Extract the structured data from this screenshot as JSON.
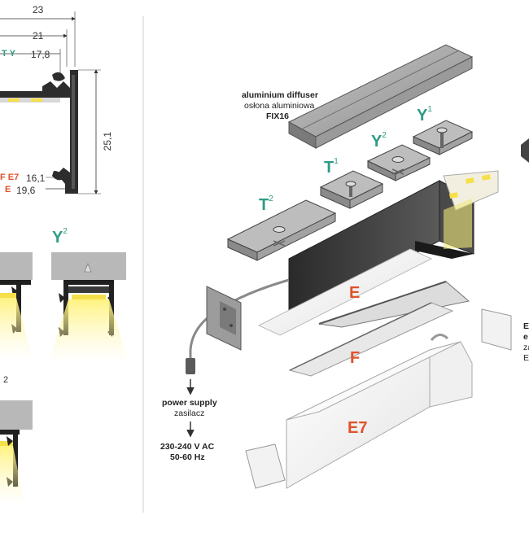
{
  "dimensions": {
    "width_23": "23",
    "width_21": "21",
    "ty_letters": "T Y",
    "ty_value": "17,8",
    "height_251": "25,1",
    "fe7_letters": "F E7",
    "fe7_value": "16,1",
    "e_letter": "E",
    "e_value": "19,6"
  },
  "variants": {
    "y2_letter": "Y",
    "y2_sup": "2",
    "bottom_sup": "2"
  },
  "parts": {
    "diffuser_title": "aluminium diffuser",
    "diffuser_sub": "osłona aluminiowa",
    "diffuser_code": "FIX16",
    "t2_letter": "T",
    "t2_sup": "2",
    "t1_letter": "T",
    "t1_sup": "1",
    "y2_letter": "Y",
    "y2_sup": "2",
    "y1_letter": "Y",
    "y1_sup": "1",
    "e_label": "E",
    "f_label": "F",
    "e7_label": "E7",
    "power_title": "power supply",
    "power_sub": "zasilacz",
    "voltage": "230-240 V AC",
    "frequency": "50-60 Hz",
    "cut_e": "E",
    "cut_e2": "e",
    "cut_za": "za",
    "cut_e3": "E"
  },
  "colors": {
    "teal": "#2f9b86",
    "red": "#e0522b",
    "profile": "#3a3a3a",
    "led": "#f5e04a"
  }
}
